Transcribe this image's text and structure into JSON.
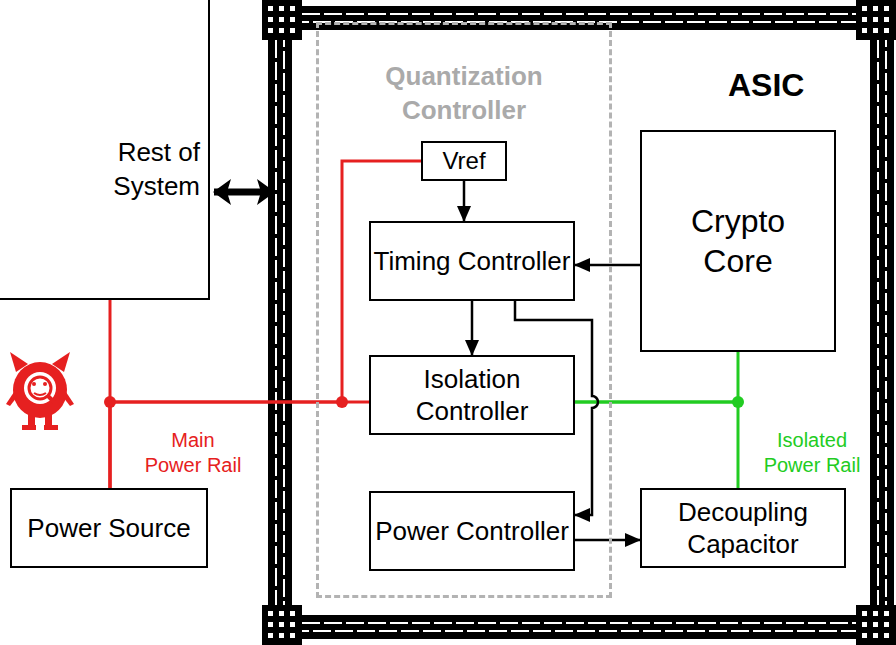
{
  "diagram": {
    "nodes": [
      {
        "text": [
          "Rest of System"
        ]
      },
      {
        "text": [
          "ASIC"
        ]
      },
      {
        "text": [
          "Quantization Controller"
        ],
        "in": 1
      },
      {
        "text": [
          "Vref"
        ],
        "in": 2
      },
      {
        "text": [
          "Timing Controller"
        ],
        "in": 2
      },
      {
        "text": [
          "Crypto Core"
        ],
        "in": 1
      },
      {
        "text": [
          "Isolation Controller"
        ],
        "in": 2
      },
      {
        "text": [
          "Power Controller"
        ],
        "in": 2
      },
      {
        "text": [
          "Decoupling Capacitor"
        ],
        "in": 1
      },
      {
        "text": [
          "Power Source"
        ]
      }
    ],
    "edges": [
      {
        "from": 9,
        "to": 0,
        "arrow": "none"
      },
      {
        "from": 9,
        "to": 6,
        "arrow": "none"
      },
      {
        "from": 9,
        "to": 3,
        "arrow": "none"
      },
      {
        "from": 6,
        "to": 5,
        "arrow": "none"
      },
      {
        "from": 6,
        "to": 8,
        "arrow": "none"
      },
      {
        "from": 0,
        "to": 1,
        "arrow": "both"
      },
      {
        "from": 3,
        "to": 4,
        "arrow": "to"
      },
      {
        "from": 5,
        "to": 4,
        "arrow": "to"
      },
      {
        "from": 4,
        "to": 6,
        "arrow": "to"
      },
      {
        "from": 4,
        "to": 7,
        "arrow": "to"
      },
      {
        "from": 7,
        "to": 8,
        "arrow": "to"
      }
    ],
    "labels": [
      "Main Power Rail",
      "Isolated Power Rail"
    ]
  }
}
